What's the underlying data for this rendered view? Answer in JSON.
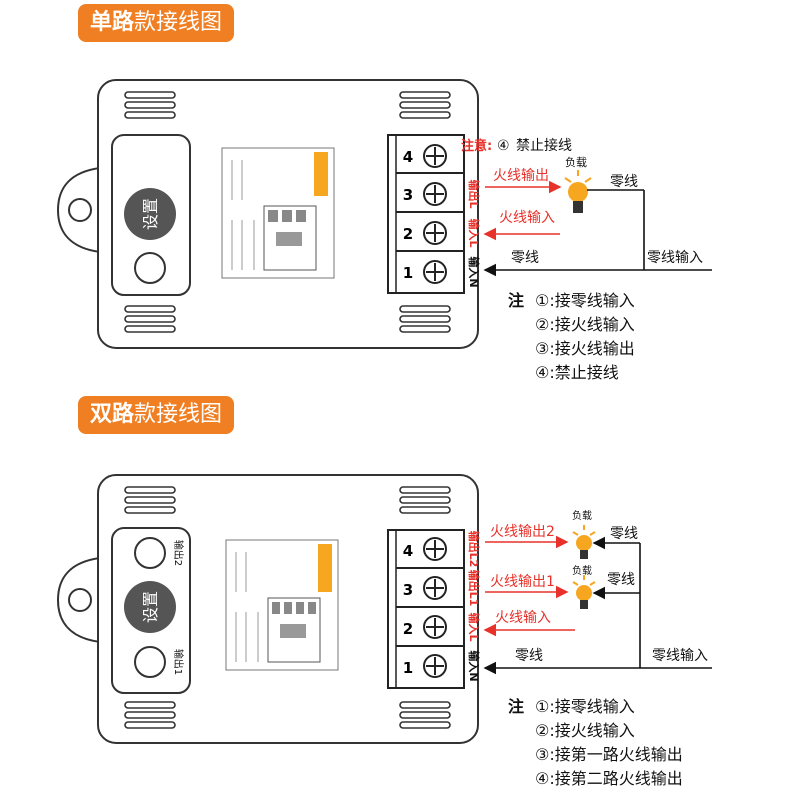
{
  "colors": {
    "accent": "#f07f23",
    "red_wire": "#e8312a",
    "black": "#111111",
    "bulb_yellow": "#f6a61f"
  },
  "single": {
    "banner_bold": "单路",
    "banner_rest": "款接线图",
    "set_button": "设置",
    "warning": "注意:",
    "warning_num": "④",
    "warning_text": "禁止接线",
    "terminals": [
      "4",
      "3",
      "2",
      "1"
    ],
    "side_labels": [
      "输出L",
      "输入L",
      "输入N"
    ],
    "fire_out": "火线输出",
    "fire_in": "火线输入",
    "neutral": "零线",
    "neutral_right": "零线",
    "neutral_input": "零线输入",
    "load": "负载",
    "notes_title": "注",
    "notes": [
      "①:接零线输入",
      "②:接火线输入",
      "③:接火线输出",
      "④:禁止接线"
    ]
  },
  "double": {
    "banner_bold": "双路",
    "banner_rest": "款接线图",
    "set_button": "设置",
    "out2": "输出2",
    "out1": "输出1",
    "terminals": [
      "4",
      "3",
      "2",
      "1"
    ],
    "side_labels": [
      "输出L2",
      "输出L1",
      "输入L",
      "输入N"
    ],
    "fire_out2": "火线输出2",
    "fire_out1": "火线输出1",
    "fire_in": "火线输入",
    "neutral": "零线",
    "neutral_right": "零线",
    "neutral_input": "零线输入",
    "load": "负载",
    "notes_title": "注",
    "notes": [
      "①:接零线输入",
      "②:接火线输入",
      "③:接第一路火线输出",
      "④:接第二路火线输出"
    ]
  }
}
